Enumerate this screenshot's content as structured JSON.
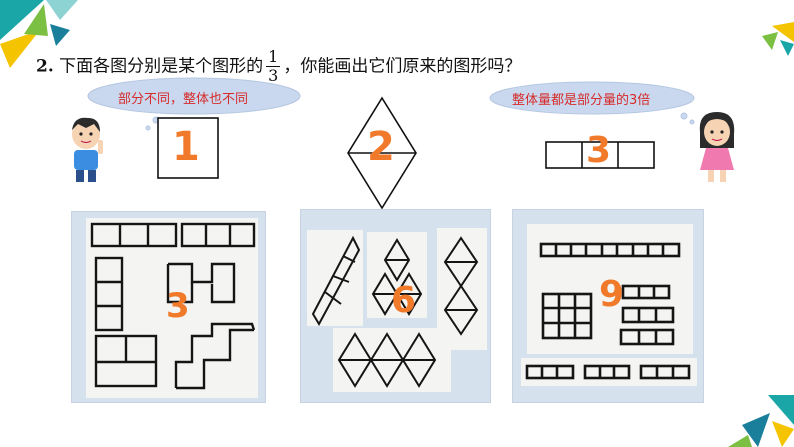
{
  "question": {
    "number": "2.",
    "text_before": "下面各图分别是某个图形的",
    "fraction": {
      "numerator": "1",
      "denominator": "3"
    },
    "text_after": "，你能画出它们原来的图形吗？"
  },
  "bubbles": {
    "left": "部分不同，整体也不同",
    "right": "整体量都是部分量的3倍"
  },
  "shape_labels": {
    "square": "1",
    "rhombus": "2",
    "strip": "3"
  },
  "photo_labels": {
    "left": "3",
    "middle": "6",
    "right": "9"
  },
  "colors": {
    "accent_orange": "#f07a2a",
    "bubble_red": "#d62b2b",
    "bubble_fill": "#c9d8ee",
    "corner_teal": "#1aa6a6",
    "corner_yellow": "#f5c400",
    "corner_green": "#7bc043"
  },
  "icons": [
    "corner-triangles-top-left",
    "corner-triangles-top-right",
    "corner-triangles-bottom-right",
    "boy-character",
    "girl-character"
  ]
}
